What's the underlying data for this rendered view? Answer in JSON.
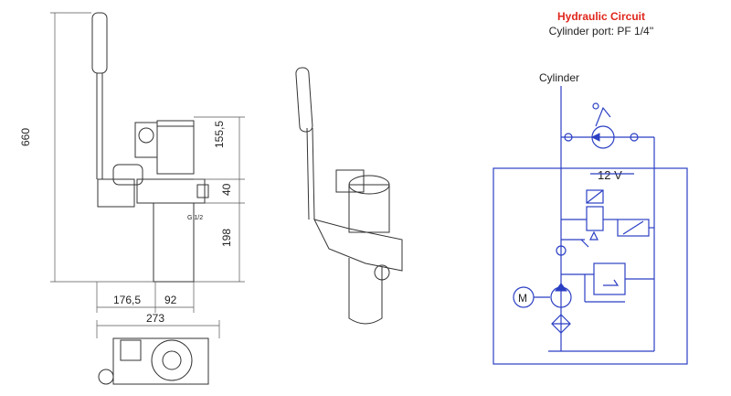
{
  "drawing": {
    "dims": {
      "height_total": "660",
      "height_top": "155,5",
      "height_mid": "40",
      "height_low": "198",
      "width_left": "176,5",
      "width_right": "92",
      "width_total": "273",
      "port_label": "G 1/2"
    }
  },
  "circuit": {
    "title": "Hydraulic Circuit",
    "subtitle": "Cylinder port: PF 1/4''",
    "cylinder_label": "Cylinder",
    "voltage_label": "12 V",
    "motor_label": "M"
  },
  "colors": {
    "title": "#e0261b",
    "circuit_line": "#2b3fc4"
  }
}
